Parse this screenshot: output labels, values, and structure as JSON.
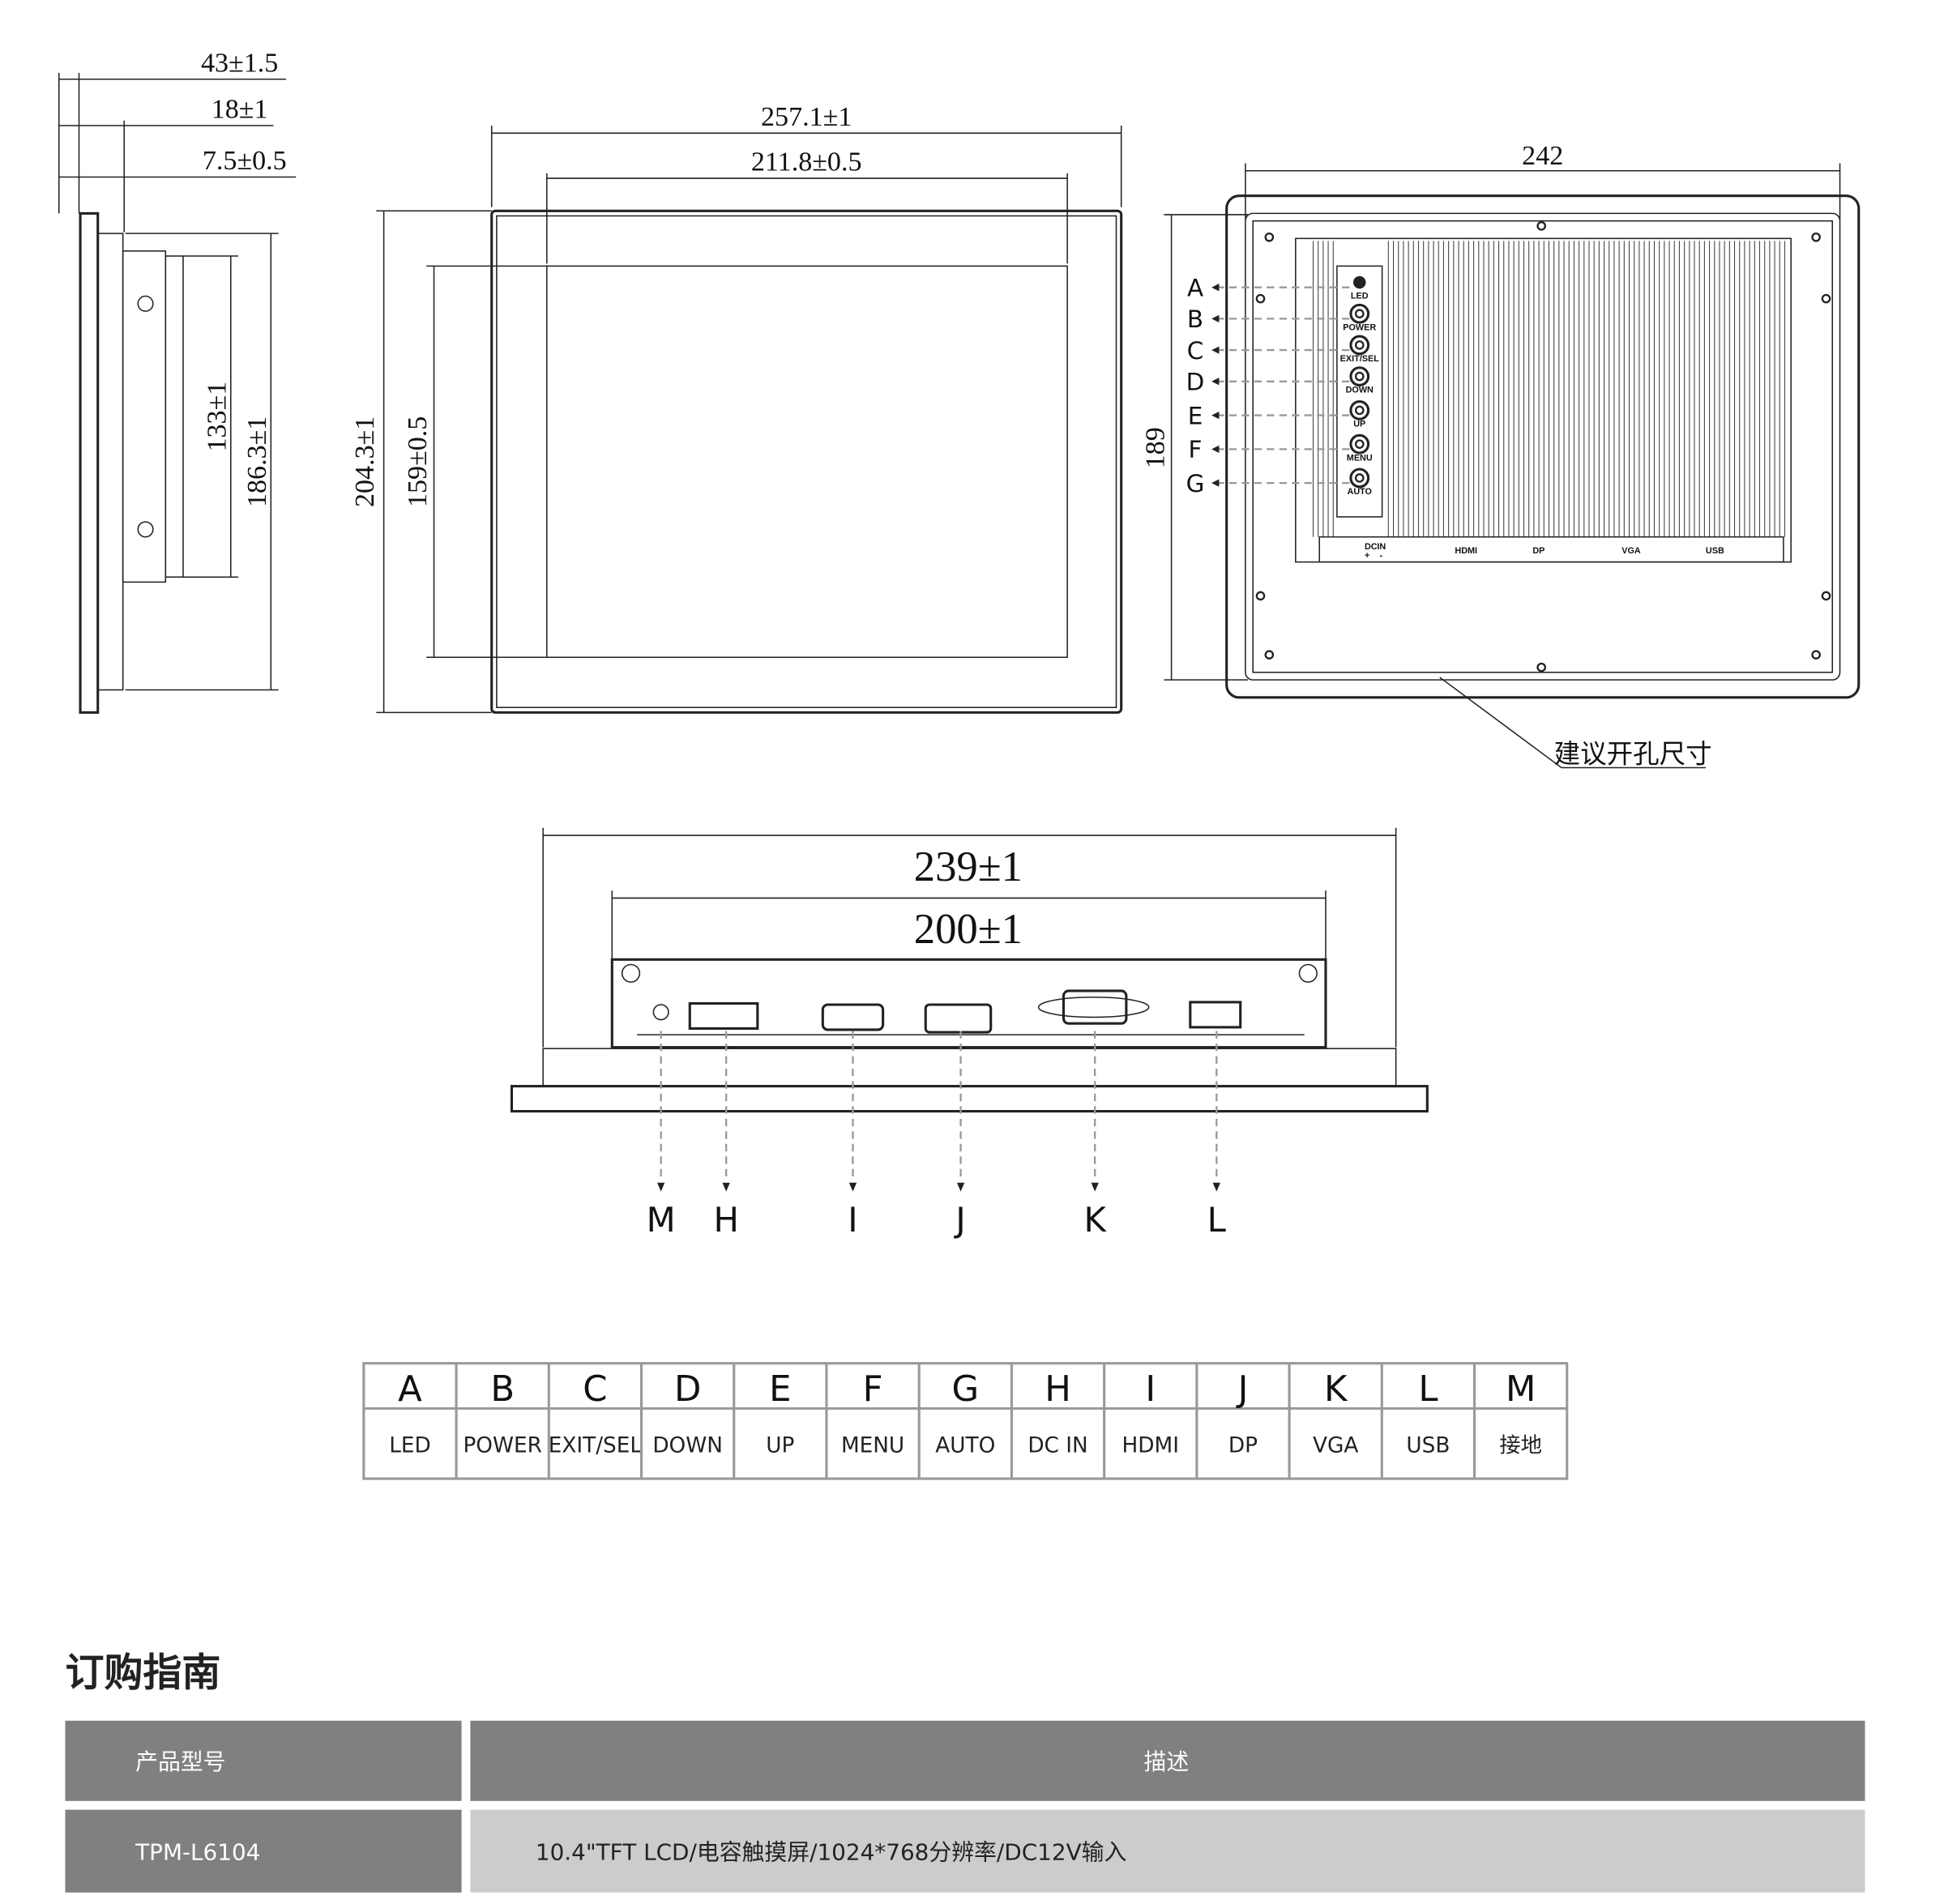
{
  "side_view": {
    "dims": [
      "43±1.5",
      "18±1",
      "7.5±0.5",
      "133±1",
      "186.3±1"
    ]
  },
  "front_view": {
    "width_outer": "257.1±1",
    "width_inner": "211.8±0.5",
    "height_outer": "204.3±1",
    "height_inner": "159±0.5"
  },
  "back_view": {
    "width": "242",
    "height": "189",
    "cutout_note": "建议开孔尺寸",
    "callouts": [
      {
        "letter": "A",
        "label": "LED"
      },
      {
        "letter": "B",
        "label": "POWER"
      },
      {
        "letter": "C",
        "label": "EXIT/SEL"
      },
      {
        "letter": "D",
        "label": "DOWN"
      },
      {
        "letter": "E",
        "label": "UP"
      },
      {
        "letter": "F",
        "label": "MENU"
      },
      {
        "letter": "G",
        "label": "AUTO"
      }
    ],
    "ports": {
      "dc": "DC",
      "in": "IN",
      "plus": "+",
      "minus": "-",
      "hdmi": "HDMI",
      "dp": "DP",
      "vga": "VGA",
      "usb": "USB"
    }
  },
  "bottom_view": {
    "width_outer": "239±1",
    "width_inner": "200±1",
    "callouts": [
      "M",
      "H",
      "I",
      "J",
      "K",
      "L"
    ]
  },
  "legend_table": {
    "letters": [
      "A",
      "B",
      "C",
      "D",
      "E",
      "F",
      "G",
      "H",
      "I",
      "J",
      "K",
      "L",
      "M"
    ],
    "names": [
      "LED",
      "POWER",
      "EXIT/SEL",
      "DOWN",
      "UP",
      "MENU",
      "AUTO",
      "DC IN",
      "HDMI",
      "DP",
      "VGA",
      "USB",
      "接地"
    ]
  },
  "ordering": {
    "title": "订购指南",
    "headers": [
      "产品型号",
      "描述"
    ],
    "rows": [
      {
        "model": "TPM-L6104",
        "description": "10.4\"TFT LCD/电容触摸屏/1024*768分辨率/DC12V输入"
      }
    ],
    "colors": {
      "header_bg": "#808080",
      "model_bg": "#808080",
      "desc_bg": "#cccccc"
    }
  }
}
